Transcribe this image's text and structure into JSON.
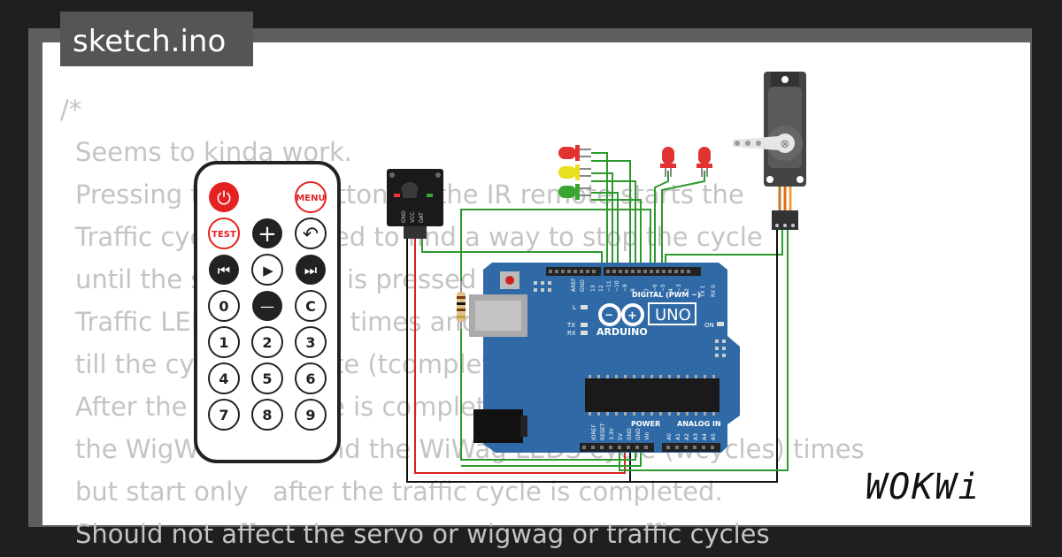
{
  "file_tab": {
    "title": "sketch.ino"
  },
  "code_lines": [
    "/*",
    "Seems to kinda work.",
    "Pressing the play button on the IR remote starts the",
    "Traffic cycle but I need to find a way to stop the cycle",
    "until the stop button is pressed",
    "Traffic LEDs (tcycles) times and give time",
    "till the cycle complete (tcomplete)",
    "After the traffic cycle is complete it does",
    "the WigWag LEDS and the WiWag LEDS cycle (wcycles) times",
    "but start only   after the traffic cycle is completed.",
    "Should not affect the servo or wigwag or traffic cycles"
  ],
  "remote": {
    "power_label": "⏻",
    "menu_label": "MENU",
    "test_label": "TEST",
    "plus_label": "+",
    "back_label": "↶",
    "prev_label": "⏮",
    "play_label": "▶",
    "next_label": "⏭",
    "zero_label": "0",
    "minus_label": "—",
    "c_label": "C",
    "one": "1",
    "two": "2",
    "three": "3",
    "four": "4",
    "five": "5",
    "six": "6",
    "seven": "7",
    "eight": "8",
    "nine": "9"
  },
  "ir_receiver": {
    "pin_gnd": "GND",
    "pin_vcc": "VCC",
    "pin_dat": "DAT"
  },
  "arduino": {
    "brand": "ARDUINO",
    "model": "UNO",
    "digital_label": "DIGITAL (PWM ~)",
    "power_label": "POWER",
    "analog_label": "ANALOG IN",
    "aref": "AREF",
    "gnd": "GND",
    "on_label": "ON",
    "l_label": "L",
    "tx": "TX",
    "rx": "RX",
    "digital_pins": [
      "13",
      "12",
      "~11",
      "~10",
      "~9",
      "8",
      "7",
      "~6",
      "~5",
      "4",
      "~3",
      "2",
      "TX 1",
      "RX 0"
    ],
    "power_pins": [
      "IOREF",
      "RESET",
      "3.3V",
      "5V",
      "GND",
      "GND",
      "Vin"
    ],
    "analog_pins": [
      "A0",
      "A1",
      "A2",
      "A3",
      "A4",
      "A5"
    ]
  },
  "logo": {
    "text": "WOKWi"
  },
  "colors": {
    "board": "#2f6aa6",
    "led_red": "#e23232",
    "led_yellow": "#e8e020",
    "led_green": "#3aa532",
    "wire_green": "#2e9a2e",
    "wire_red": "#e02020"
  }
}
